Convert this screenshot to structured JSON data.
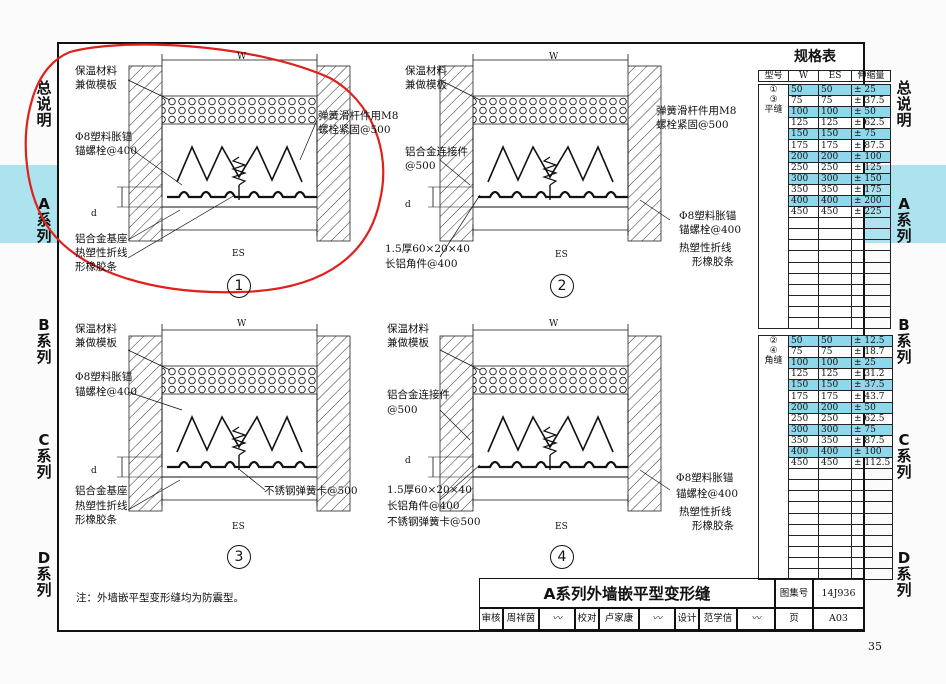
{
  "side_tabs": {
    "general": "总说明",
    "a": "A系列",
    "b": "B系列",
    "c": "C系列",
    "d": "D系列"
  },
  "details": [
    {
      "num": "1",
      "labels": {
        "insulation": "保温材料",
        "formwork": "兼做模板",
        "anchor1": "Φ8塑料胀锚",
        "anchor2": "锚螺栓@400",
        "spring1": "弹簧滑杆件用M8",
        "spring2": "螺栓紧固@500",
        "base": "铝合金基座",
        "strip1": "热塑性折线",
        "strip2": "形橡胶条",
        "w": "W",
        "es": "ES",
        "d": "d"
      }
    },
    {
      "num": "2",
      "labels": {
        "insulation": "保温材料",
        "formwork": "兼做模板",
        "spring1": "弹簧滑杆件用M8",
        "spring2": "螺栓紧固@500",
        "connector1": "铝合金连接件",
        "connector2": "@500",
        "angle1": "1.5厚60×20×40",
        "angle2": "长铝角件@400",
        "anchor1": "Φ8塑料胀锚",
        "anchor2": "锚螺栓@400",
        "strip1": "热塑性折线",
        "strip2": "形橡胶条",
        "w": "W",
        "es": "ES",
        "d": "d"
      }
    },
    {
      "num": "3",
      "labels": {
        "insulation": "保温材料",
        "formwork": "兼做模板",
        "anchor1": "Φ8塑料胀锚",
        "anchor2": "锚螺栓@400",
        "base": "铝合金基座",
        "clip": "不锈钢弹簧卡@500",
        "strip1": "热塑性折线",
        "strip2": "形橡胶条",
        "w": "W",
        "es": "ES",
        "d": "d"
      }
    },
    {
      "num": "4",
      "labels": {
        "insulation": "保温材料",
        "formwork": "兼做模板",
        "connector1": "铝合金连接件",
        "connector2": "@500",
        "angle1": "1.5厚60×20×40",
        "angle2": "长铝角件@400",
        "clip": "不锈钢弹簧卡@500",
        "anchor1": "Φ8塑料胀锚",
        "anchor2": "锚螺栓@400",
        "strip1": "热塑性折线",
        "strip2": "形橡胶条",
        "w": "W",
        "es": "ES",
        "d": "d"
      }
    }
  ],
  "spec_table": {
    "title": "规格表",
    "headers": [
      "型号",
      "W",
      "ES",
      "伸缩量"
    ],
    "group1_label": [
      "①",
      "③",
      "平缝"
    ],
    "group1_rows": [
      [
        "50",
        "50",
        "± 25",
        true
      ],
      [
        "75",
        "75",
        "± 37.5",
        false
      ],
      [
        "100",
        "100",
        "± 50",
        true
      ],
      [
        "125",
        "125",
        "± 62.5",
        false
      ],
      [
        "150",
        "150",
        "± 75",
        true
      ],
      [
        "175",
        "175",
        "± 87.5",
        false
      ],
      [
        "200",
        "200",
        "± 100",
        true
      ],
      [
        "250",
        "250",
        "± 125",
        false
      ],
      [
        "300",
        "300",
        "± 150",
        true
      ],
      [
        "350",
        "350",
        "± 175",
        false
      ],
      [
        "400",
        "400",
        "± 200",
        true
      ],
      [
        "450",
        "450",
        "± 225",
        false
      ]
    ],
    "group2_label": [
      "②",
      "④",
      "角缝"
    ],
    "group2_rows": [
      [
        "50",
        "50",
        "± 12.5",
        true
      ],
      [
        "75",
        "75",
        "± 18.7",
        false
      ],
      [
        "100",
        "100",
        "± 25",
        true
      ],
      [
        "125",
        "125",
        "± 31.2",
        false
      ],
      [
        "150",
        "150",
        "± 37.5",
        true
      ],
      [
        "175",
        "175",
        "± 43.7",
        false
      ],
      [
        "200",
        "200",
        "± 50",
        true
      ],
      [
        "250",
        "250",
        "± 62.5",
        false
      ],
      [
        "300",
        "300",
        "± 75",
        true
      ],
      [
        "350",
        "350",
        "± 87.5",
        false
      ],
      [
        "400",
        "400",
        "± 100",
        true
      ],
      [
        "450",
        "450",
        "± 112.5",
        false
      ]
    ]
  },
  "note": "注：外墙嵌平型变形缝均为防震型。",
  "title_block": {
    "title": "A系列外墙嵌平型变形缝",
    "atlas_label": "图集号",
    "atlas_no": "14J936",
    "review": "审核",
    "reviewer": "周祥茵",
    "check": "校对",
    "checker": "卢家康",
    "design": "设计",
    "designer": "范学信",
    "page_label": "页",
    "page_no": "A03"
  },
  "page_number": "35",
  "colors": {
    "highlight": "#8fd7ea",
    "tab_band": "#6ccfe3",
    "annotation_red": "#e0201b"
  }
}
